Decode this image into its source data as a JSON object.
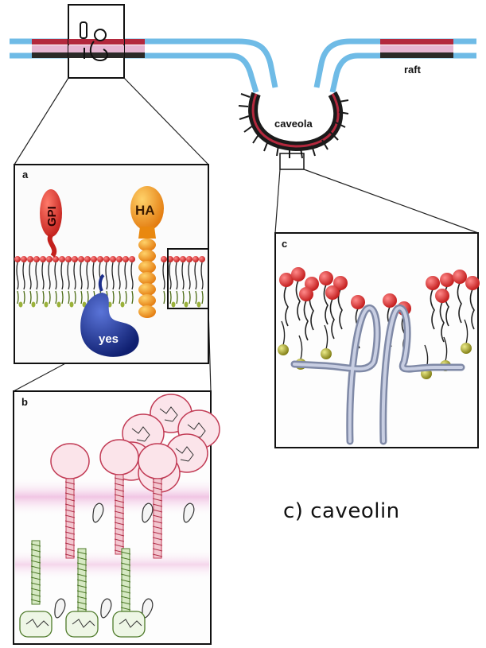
{
  "labels": {
    "raft": "raft",
    "caveola": "caveola",
    "panel_a": "a",
    "panel_b": "b",
    "panel_c": "c",
    "gpi": "GPI",
    "ha": "HA",
    "yes": "yes"
  },
  "caption": "c) caveolin",
  "colors": {
    "membrane_outer": "#6fbbe6",
    "raft_red": "#b3283d",
    "raft_pink": "#e6b6d2",
    "lipid_head": "#d42a2a",
    "gpi": "#d8342b",
    "ha": "#f09a1a",
    "yes": "#1d2f8c",
    "caveolin": "#9aa3bd",
    "cholesterol": "#b7b41e"
  }
}
